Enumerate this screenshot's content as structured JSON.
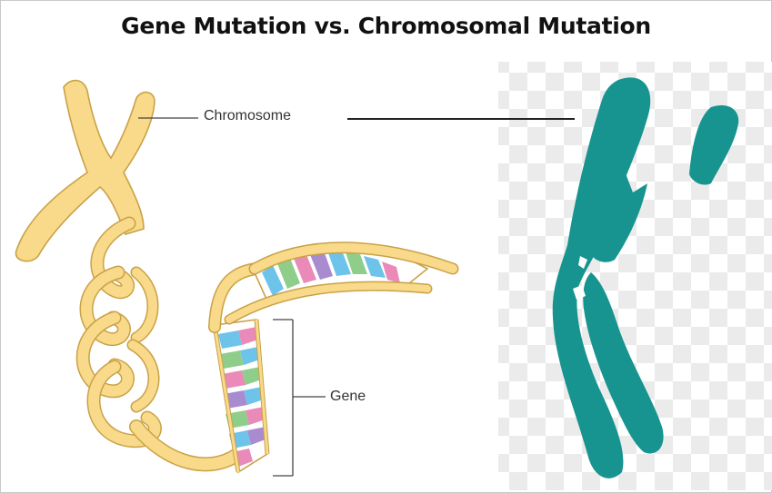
{
  "title": "Gene Mutation vs. Chromosomal Mutation",
  "labels": {
    "chromosome": "Chromosome",
    "gene": "Gene"
  },
  "colors": {
    "chromosome_yellow": "#f9d98a",
    "chromosome_outline": "#c9a247",
    "mutated_chromosome": "#17948f",
    "dna_blue": "#6ec3ea",
    "dna_green": "#8fce8a",
    "dna_pink": "#e98ab8",
    "dna_purple": "#a98bd0",
    "checker_light": "#ebebeb"
  }
}
